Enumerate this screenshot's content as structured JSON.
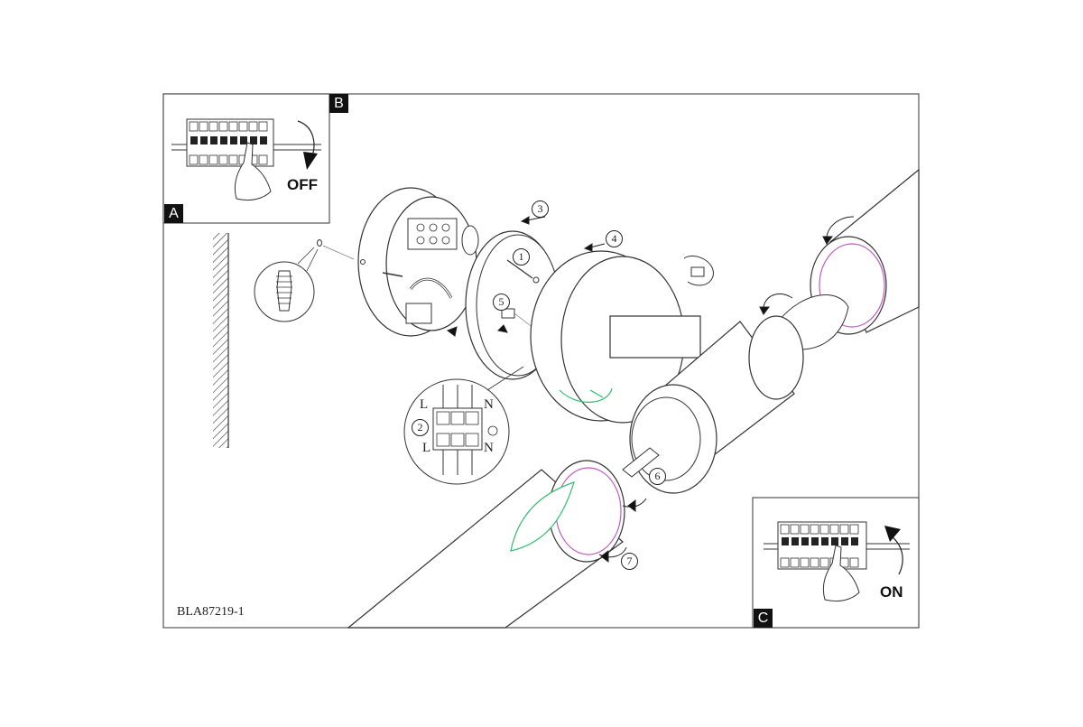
{
  "panel_labels": {
    "a": "A",
    "b": "B",
    "c": "C"
  },
  "switch_states": {
    "off": "OFF",
    "on": "ON"
  },
  "steps": [
    "1",
    "2",
    "3",
    "4",
    "5",
    "6",
    "7"
  ],
  "terminal_labels": {
    "live_top": "L",
    "neutral_top": "N",
    "live_bottom": "L",
    "neutral_bottom": "N"
  },
  "model_code": "BLA87219-1",
  "colors": {
    "line": "#333333",
    "accent_green": "#2fbf6a",
    "accent_magenta": "#c05cc0"
  }
}
